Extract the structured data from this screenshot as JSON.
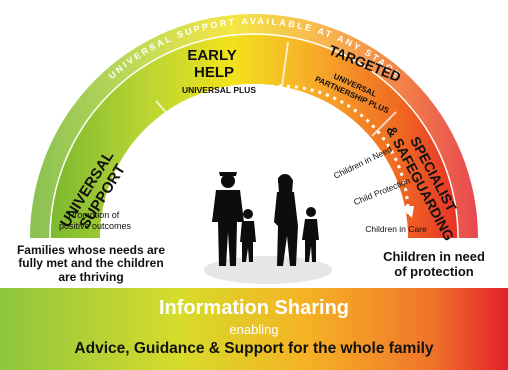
{
  "outer_ring_label": "UNIVERSAL SUPPORT AVAILABLE AT ANY STAGE",
  "segments": {
    "universal_support": {
      "title_line1": "UNIVERSAL",
      "title_line2": "SUPPORT"
    },
    "early_help": {
      "title_line1": "EARLY",
      "title_line2": "HELP",
      "subtitle": "UNIVERSAL PLUS"
    },
    "targeted": {
      "title": "TARGETED",
      "subtitle_line1": "UNIVERSAL",
      "subtitle_line2": "PARTNERSHIP PLUS"
    },
    "specialist": {
      "title_line1": "SPECIALIST",
      "title_line2": "& SAFEGUARDING"
    }
  },
  "inner_labels": {
    "promotion_line1": "Promotion of",
    "promotion_line2": "positive outcomes",
    "children_in_need": "Children in Need",
    "child_protection": "Child Protection",
    "children_in_care": "Children in Care"
  },
  "left_caption": {
    "line1": "Families whose needs are",
    "line2": "fully met and the children",
    "line3": "are thriving"
  },
  "right_caption": {
    "line1": "Children in need",
    "line2": "of protection"
  },
  "bottom_band": {
    "heading": "Information Sharing",
    "sub": "enabling",
    "tagline": "Advice, Guidance & Support for the whole family"
  },
  "colors": {
    "green": "#8dc63f",
    "yellow": "#f2e21b",
    "orange": "#f5a623",
    "red": "#e8262c"
  },
  "icons": [
    "family-silhouette-icon"
  ]
}
